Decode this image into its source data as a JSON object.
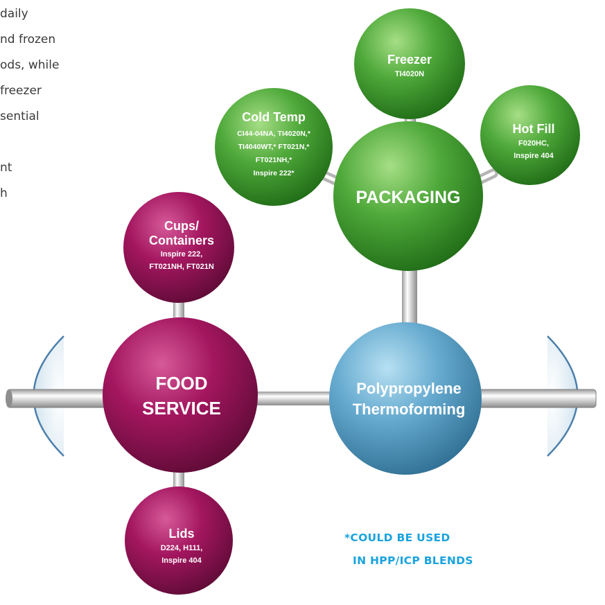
{
  "paragraph": {
    "lines": [
      "daily",
      "nd frozen",
      "ods, while",
      "freezer",
      "sential",
      "",
      "nt",
      "h"
    ]
  },
  "colors": {
    "magenta": "#a3165f",
    "green": "#3f9a2c",
    "blue": "#5fa4c8",
    "note": "#1aa3dd"
  },
  "nodes": {
    "packaging": {
      "title": "PACKAGING"
    },
    "freezer": {
      "title": "Freezer",
      "lines": [
        "TI4020N"
      ]
    },
    "cold_temp": {
      "title": "Cold Temp",
      "lines": [
        "CI44-04NA, TI4020N,*",
        "TI4040WT,* FT021N,*",
        "FT021NH,*",
        "Inspire 222*"
      ]
    },
    "hot_fill": {
      "title": "Hot Fill",
      "lines": [
        "F020HC,",
        "Inspire 404"
      ]
    },
    "food_service": {
      "title_lines": [
        "FOOD",
        "SERVICE"
      ]
    },
    "cups": {
      "title_lines": [
        "Cups/",
        "Containers"
      ],
      "lines": [
        "Inspire 222,",
        "FT021NH, FT021N"
      ]
    },
    "lids": {
      "title": "Lids",
      "lines": [
        "D224, H111,",
        "Inspire 404"
      ]
    },
    "pp": {
      "title_lines": [
        "Polypropylene",
        "Thermoforming"
      ]
    }
  },
  "note": {
    "line1": "*COULD BE USED",
    "line2": "IN HPP/ICP BLENDS"
  }
}
